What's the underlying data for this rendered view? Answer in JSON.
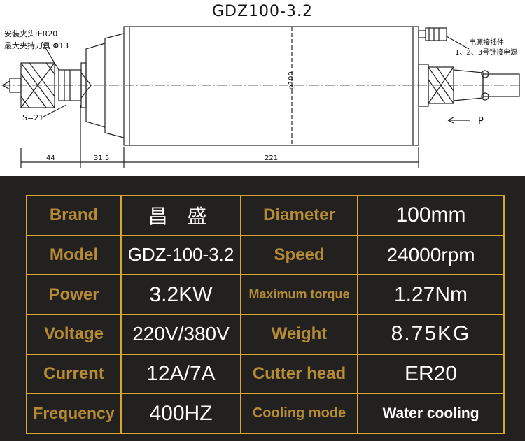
{
  "drawing": {
    "title": "GDZ100-3.2",
    "note_install_chuck": "安装夹头:ER20",
    "note_max_clamp": "最大夹持刀具 Φ13",
    "note_power_connector_1": "电源接插件",
    "note_power_connector_2": "1、2、3号针接电源",
    "label_s": "S=21",
    "label_diameter": "φ100",
    "label_p": "P",
    "dim_44": "44",
    "dim_31_5": "31.5",
    "dim_221": "221"
  },
  "specs": {
    "rows": [
      {
        "label1": "Brand",
        "value1": "昌 盛",
        "label2": "Diameter",
        "value2": "100mm"
      },
      {
        "label1": "Model",
        "value1": "GDZ-100-3.2",
        "label2": "Speed",
        "value2": "24000rpm"
      },
      {
        "label1": "Power",
        "value1": "3.2KW",
        "label2": "Maximum torque",
        "value2": "1.27Nm"
      },
      {
        "label1": "Voltage",
        "value1": "220V/380V",
        "label2": "Weight",
        "value2": "8.75KG"
      },
      {
        "label1": "Current",
        "value1": "12A/7A",
        "label2": "Cutter head",
        "value2": "ER20"
      },
      {
        "label1": "Frequency",
        "value1": "400HZ",
        "label2": "Cooling mode",
        "value2": "Water cooling"
      }
    ]
  },
  "colors": {
    "background": "#232120",
    "border": "#d9a632",
    "label": "#b58c35",
    "value": "#ffffff"
  }
}
